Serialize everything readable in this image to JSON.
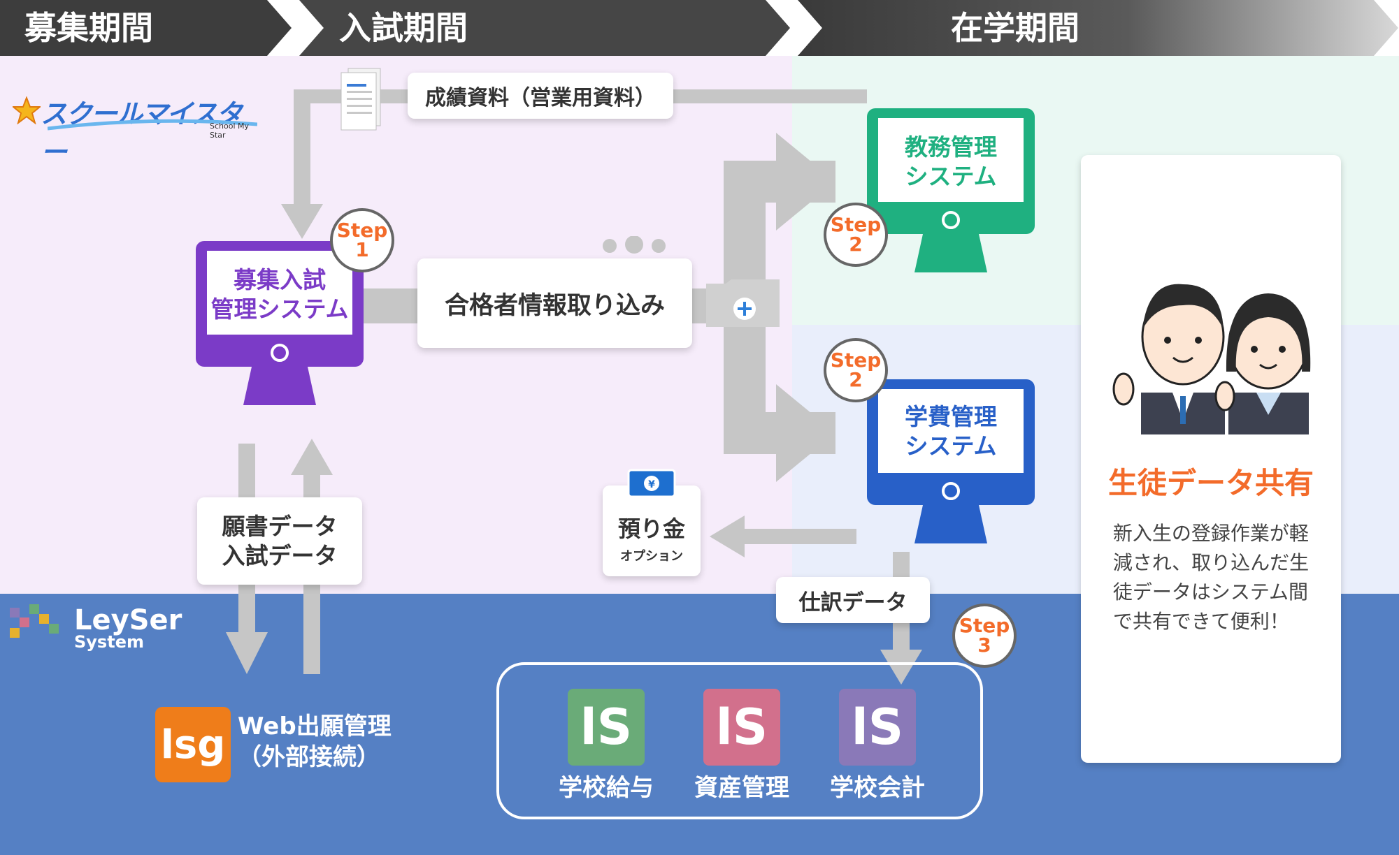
{
  "phases": {
    "recruit": "募集期間",
    "exam": "入試期間",
    "enrolled": "在学期間"
  },
  "logos": {
    "school_my_star": "スクールマイスター",
    "school_my_star_sub": "School My Star",
    "leyser_top": "LeySer",
    "leyser_bottom": "System",
    "lsg": "lsg"
  },
  "systems": {
    "recruit_exam_line1": "募集入試",
    "recruit_exam_line2": "管理システム",
    "academic_line1": "教務管理",
    "academic_line2": "システム",
    "fee_line1": "学費管理",
    "fee_line2": "システム"
  },
  "steps": {
    "step_word": "Step",
    "one": "1",
    "two_a": "2",
    "two_b": "2",
    "three": "3"
  },
  "flows": {
    "grades": "成績資料（営業用資料）",
    "import": "合格者情報取り込み",
    "application_line1": "願書データ",
    "application_line2": "入試データ",
    "deposit": "預り金",
    "deposit_sub": "オプション",
    "journal": "仕訳データ"
  },
  "web": {
    "line1": "Web出願管理",
    "line2": "（外部接続）"
  },
  "ls_products": [
    "学校給与",
    "資産管理",
    "学校会計"
  ],
  "share": {
    "title": "生徒データ共有",
    "body_lines": [
      "新入生の登録作業が軽",
      "減され、取り込んだ生",
      "徒データはシステム間",
      "で共有できて便利！"
    ]
  },
  "colors": {
    "purple": "#7b3bc7",
    "green": "#1fb080",
    "blue": "#2860c8",
    "orange_accent": "#f36b2a",
    "ls_green": "#6aab78",
    "ls_pink": "#d2708c",
    "ls_purple": "#8a79b8",
    "lsg_orange": "#ef7d1a"
  }
}
